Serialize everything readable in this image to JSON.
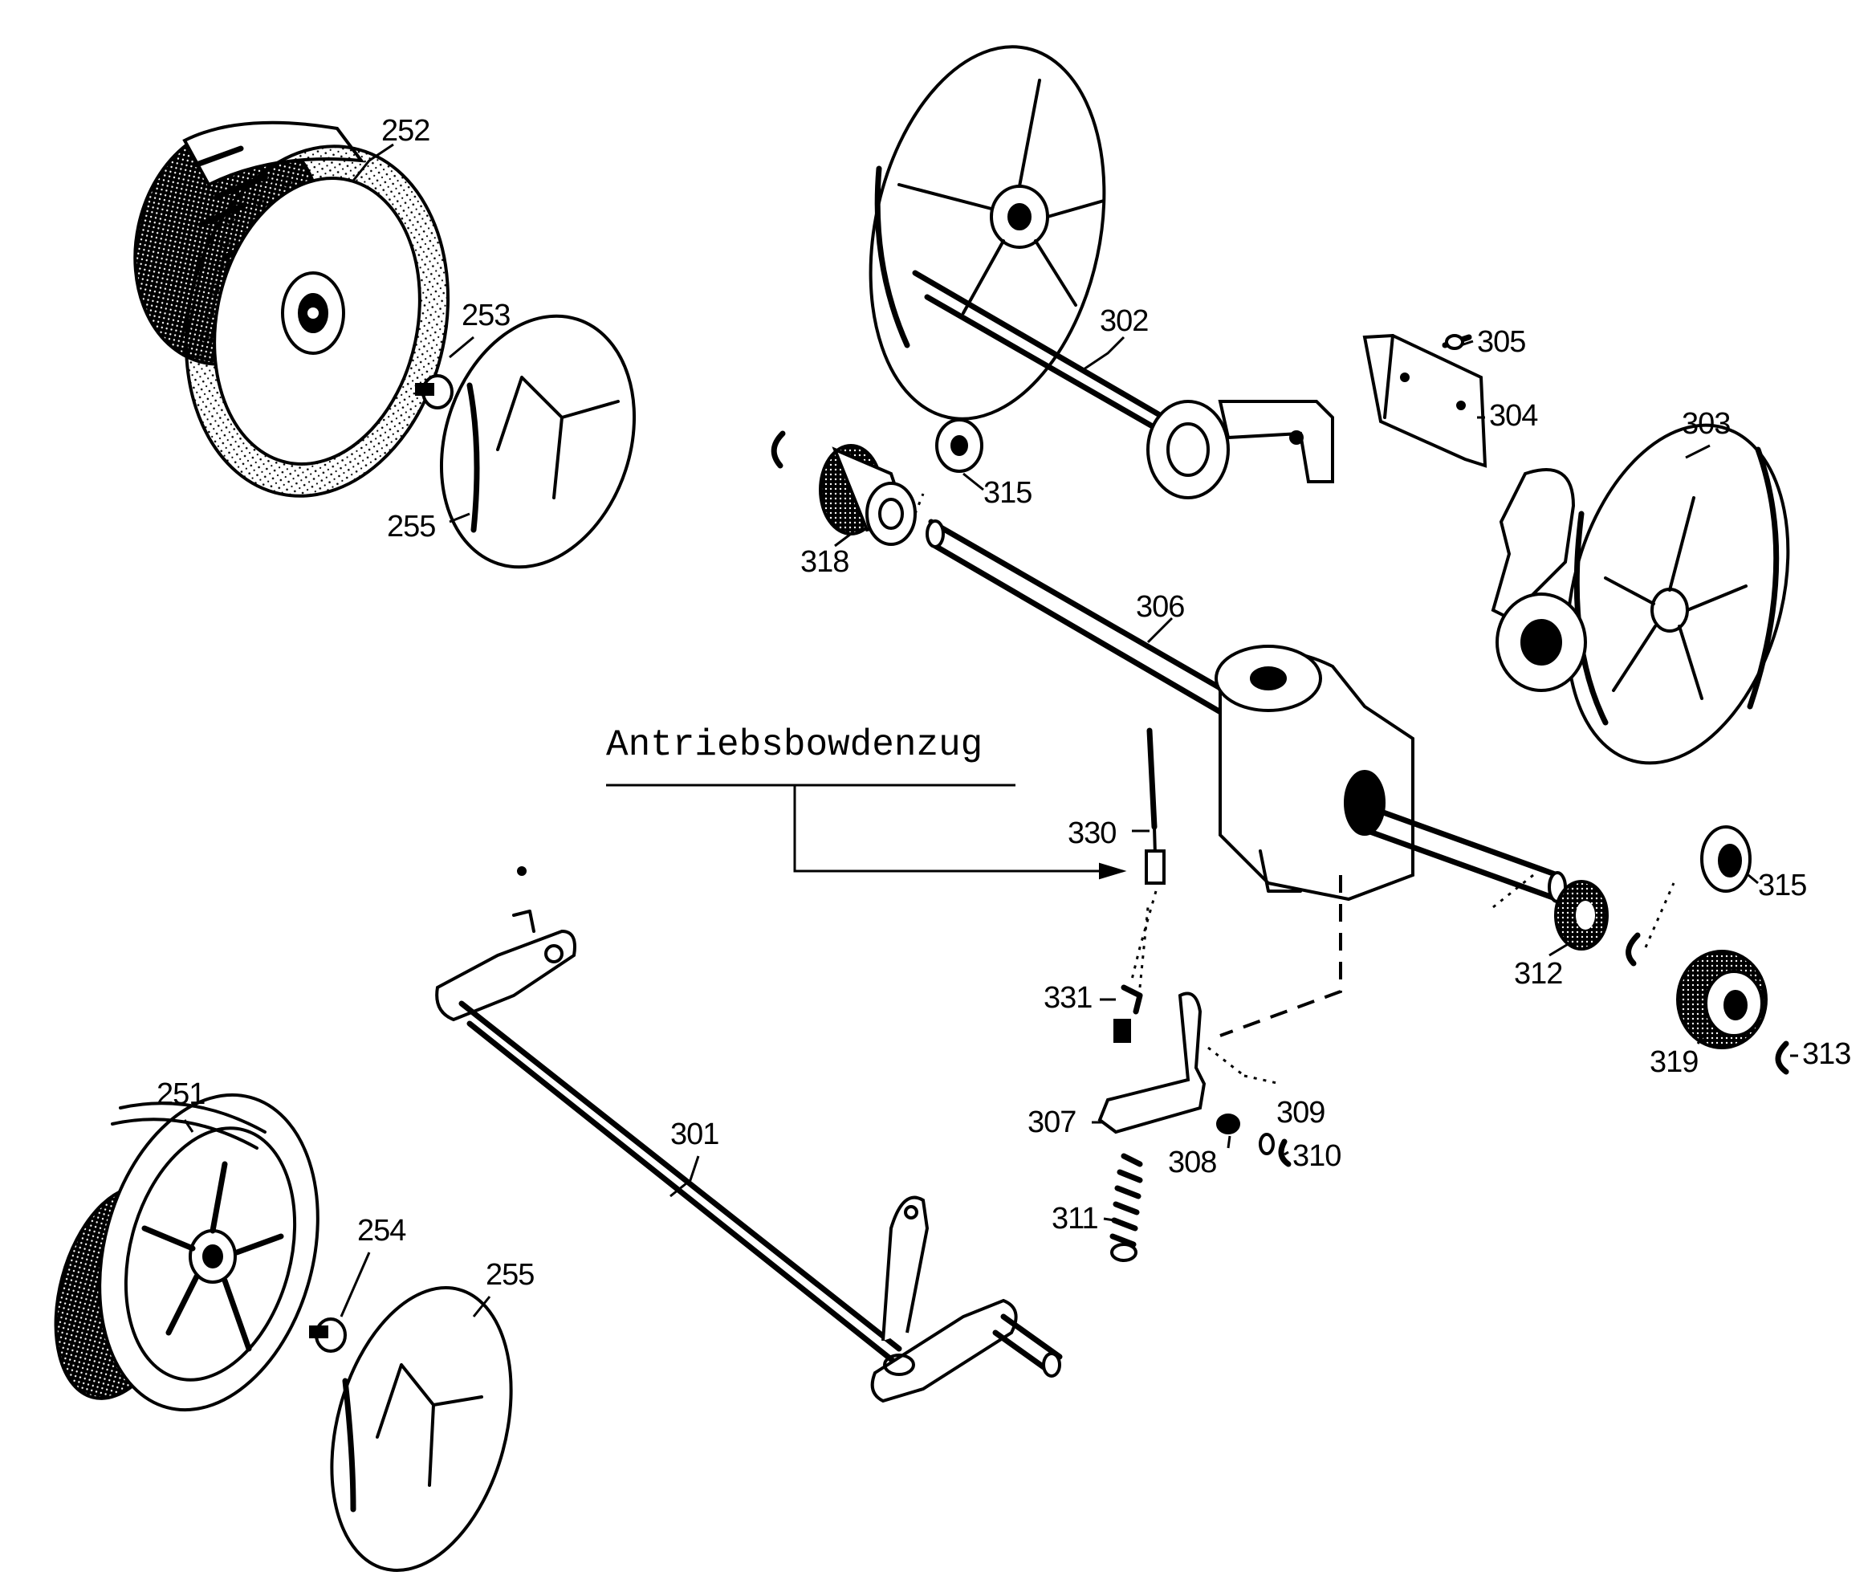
{
  "cable_label": "Antriebsbowdenzug",
  "parts": {
    "p252": "252",
    "p253": "253",
    "p255a": "255",
    "p302": "302",
    "p305": "305",
    "p304": "304",
    "p303": "303",
    "p315a": "315",
    "p318": "318",
    "p306": "306",
    "p330": "330",
    "p331": "331",
    "p315b": "315",
    "p312": "312",
    "p319": "319",
    "p313": "313",
    "p309": "309",
    "p307": "307",
    "p308": "308",
    "p310": "310",
    "p311": "311",
    "p251": "251",
    "p254": "254",
    "p255b": "255",
    "p301": "301"
  }
}
